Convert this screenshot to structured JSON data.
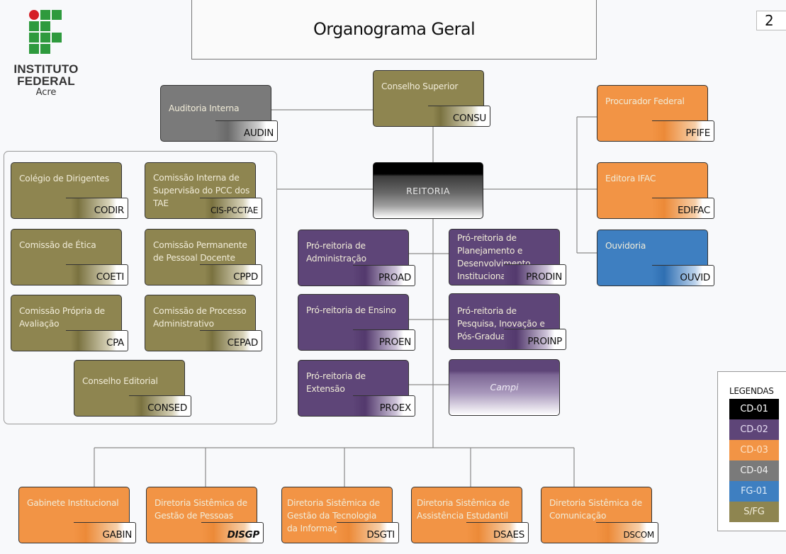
{
  "logo": {
    "icon": "if-logo-icon",
    "line1": "INSTITUTO",
    "line2": "FEDERAL",
    "line3": "Acre"
  },
  "title": "Organograma Geral",
  "page_number": "2",
  "colors": {
    "CD-01": "#000000",
    "CD-02": "#5e4578",
    "CD-03": "#f29445",
    "CD-04": "#7a7a7a",
    "FG-01": "#3e7fc1",
    "S/FG": "#8e8550"
  },
  "top": {
    "consu": {
      "name": "Conselho Superior",
      "code": "CONSU",
      "level": "S/FG"
    },
    "audin": {
      "name": "Auditoria Interna",
      "code": "AUDIN",
      "level": "CD-04"
    },
    "reitoria": {
      "name": "REITORIA",
      "level": "CD-01"
    }
  },
  "right_units": [
    {
      "name": "Procurador Federal",
      "code": "PFIFE",
      "level": "CD-03"
    },
    {
      "name": "Editora IFAC",
      "code": "EDIFAC",
      "level": "CD-03"
    },
    {
      "name": "Ouvidoria",
      "code": "OUVID",
      "level": "FG-01"
    }
  ],
  "councils": [
    {
      "name": "Colégio de Dirigentes",
      "code": "CODIR",
      "level": "S/FG"
    },
    {
      "name": "Comissão Interna de Supervisão do PCC dos TAE",
      "code": "CIS-PCCTAE",
      "level": "S/FG"
    },
    {
      "name": "Comissão de Ética",
      "code": "COETI",
      "level": "S/FG"
    },
    {
      "name": "Comissão Permanente de Pessoal Docente",
      "code": "CPPD",
      "level": "S/FG"
    },
    {
      "name": "Comissão Própria de Avaliação",
      "code": "CPA",
      "level": "S/FG"
    },
    {
      "name": "Comissão de Processo Administrativo",
      "code": "CEPAD",
      "level": "S/FG"
    },
    {
      "name": "Conselho Editorial",
      "code": "CONSED",
      "level": "S/FG"
    }
  ],
  "pro_reitorias": [
    {
      "name": "Pró-reitoria de Administração",
      "code": "PROAD",
      "level": "CD-02"
    },
    {
      "name": "Pró-reitoria de Planejamento e Desenvolvimento Institucional",
      "code": "PRODIN",
      "level": "CD-02"
    },
    {
      "name": "Pró-reitoria de Ensino",
      "code": "PROEN",
      "level": "CD-02"
    },
    {
      "name": "Pró-reitoria de Pesquisa, Inovação e Pós-Graduação",
      "code": "PROINP",
      "level": "CD-02"
    },
    {
      "name": "Pró-reitoria de Extensão",
      "code": "PROEX",
      "level": "CD-02"
    }
  ],
  "campi": {
    "name": "Campi",
    "level": "CD-02"
  },
  "directorates": [
    {
      "name": "Gabinete Institucional",
      "code": "GABIN",
      "level": "CD-03"
    },
    {
      "name": "Diretoria Sistêmica de Gestão de Pessoas",
      "code": "DISGP",
      "level": "CD-03"
    },
    {
      "name": "Diretoria Sistêmica de Gestão da Tecnologia da Informação",
      "code": "DSGTI",
      "level": "CD-03"
    },
    {
      "name": "Diretoria Sistêmica de Assistência Estudantil",
      "code": "DSAES",
      "level": "CD-03"
    },
    {
      "name": "Diretoria Sistêmica de Comunicação",
      "code": "DSCOM",
      "level": "CD-03"
    }
  ],
  "legend": {
    "title": "LEGENDAS",
    "items": [
      {
        "label": "CD-01",
        "color": "#000000",
        "text_color": "#ffffff"
      },
      {
        "label": "CD-02",
        "color": "#5e4578",
        "text_color": "#e6dcf2"
      },
      {
        "label": "CD-03",
        "color": "#f29445",
        "text_color": "#fde3c8"
      },
      {
        "label": "CD-04",
        "color": "#7a7a7a",
        "text_color": "#f2f2f2"
      },
      {
        "label": "FG-01",
        "color": "#3e7fc1",
        "text_color": "#dbe9f7"
      },
      {
        "label": "S/FG",
        "color": "#8e8550",
        "text_color": "#f1ecd8"
      }
    ]
  }
}
